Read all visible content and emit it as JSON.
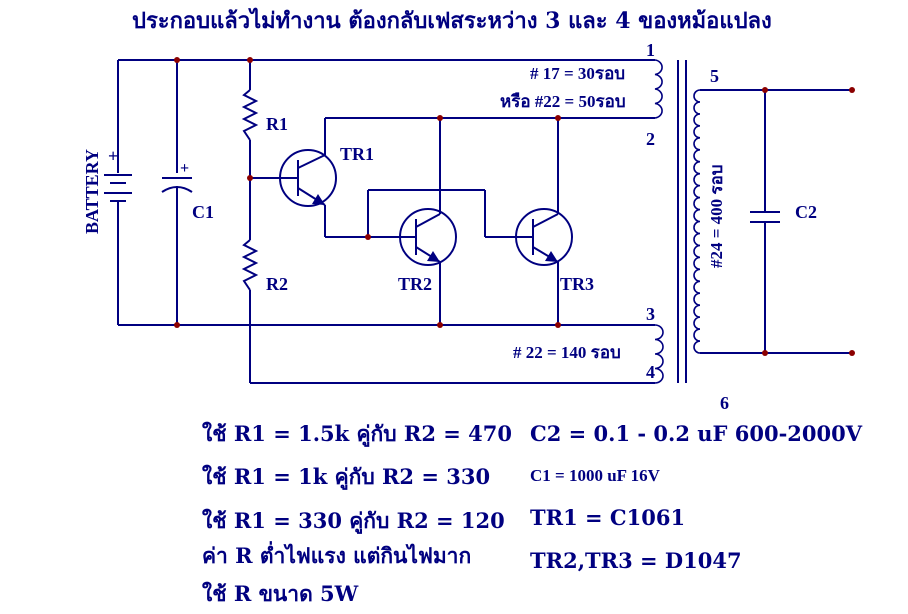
{
  "title": "ประกอบแล้วไม่ทำงาน    ต้องกลับเฟสระหว่าง 3 และ 4 ของหม้อแปลง",
  "labels": {
    "battery": "BATTERY",
    "c1": "C1",
    "c2": "C2",
    "r1": "R1",
    "r2": "R2",
    "tr1": "TR1",
    "tr2": "TR2",
    "tr3": "TR3",
    "pin1": "1",
    "pin2": "2",
    "pin3": "3",
    "pin4": "4",
    "pin5": "5",
    "pin6": "6",
    "plus_batt": "+",
    "plus_cap": "+",
    "winding12_a": "# 17 = 30รอบ",
    "winding12_b": "หรือ #22 = 50รอบ",
    "winding34": "# 22 = 140 รอบ",
    "secondary": "#24 = 400 รอบ"
  },
  "notes": {
    "left": [
      "ใช้ R1 = 1.5k  คู่กับ R2 = 470",
      "ใช้ R1 = 1k  คู่กับ R2 = 330",
      "ใช้ R1 = 330  คู่กับ R2 = 120",
      "ค่า R ต่ำไฟแรง แต่กินไฟมาก",
      "ใช้ R ขนาด 5W"
    ],
    "right": [
      "C2 = 0.1 - 0.2 uF 600-2000V",
      "C1 = 1000 uF 16V",
      "TR1 = C1061",
      "TR2,TR3 = D1047"
    ]
  },
  "colors": {
    "ink": "#000080",
    "junction": "#8b0000"
  }
}
